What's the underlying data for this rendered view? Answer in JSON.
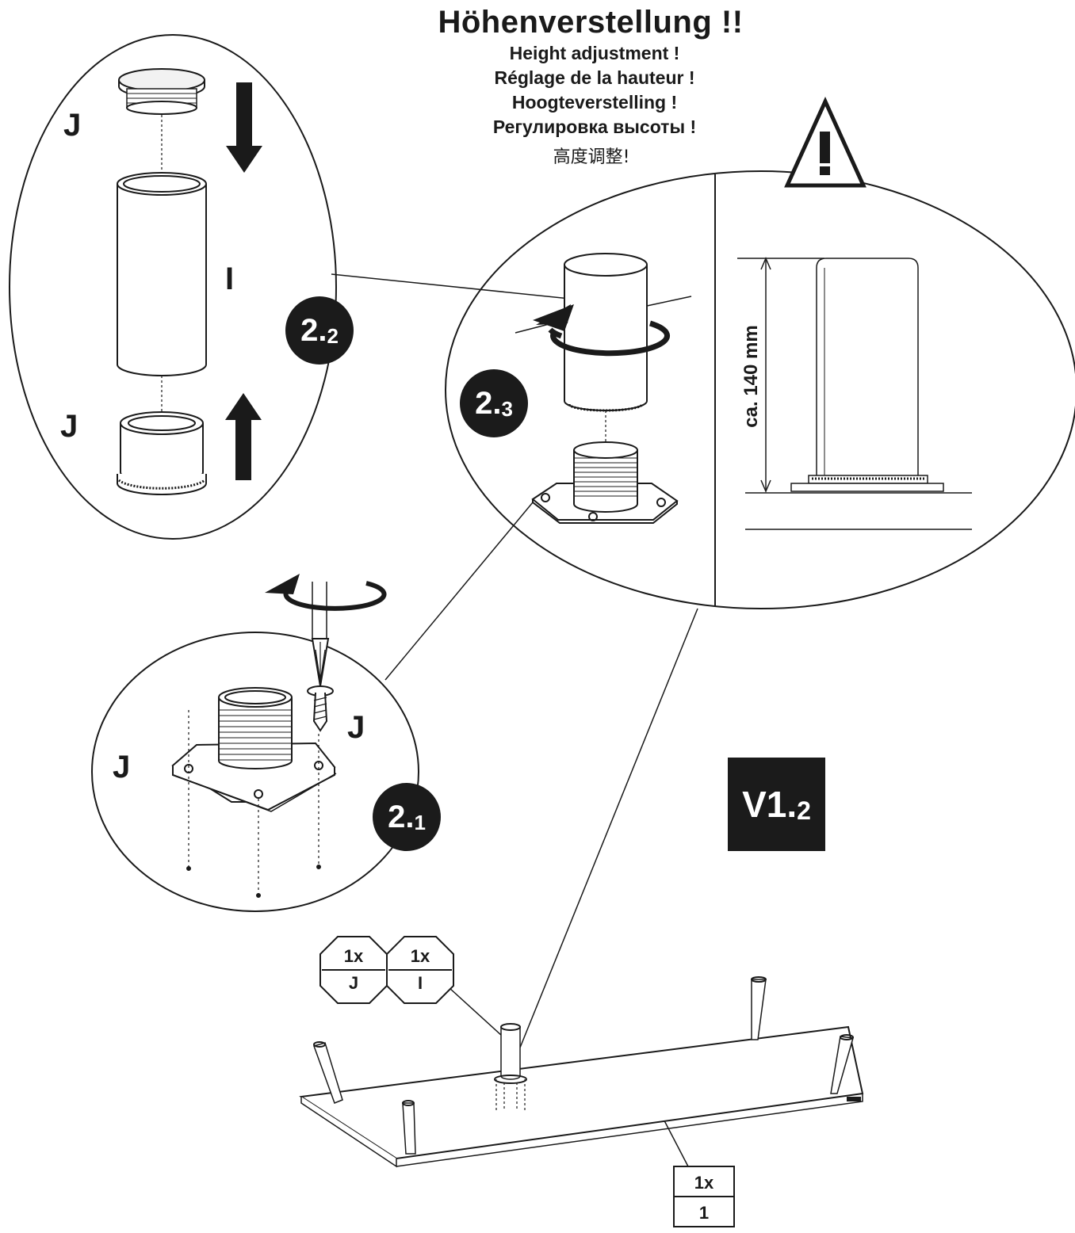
{
  "title": "Höhenverstellung !!",
  "subtitles": [
    "Height adjustment  !",
    "Réglage de la hauteur !",
    "Hoogteverstelling !",
    "Регулировка высоты !"
  ],
  "subtitle_cn": "高度调整!",
  "steps": {
    "s21": {
      "main": "2.",
      "sub": "1"
    },
    "s22": {
      "main": "2.",
      "sub": "2"
    },
    "s23": {
      "main": "2.",
      "sub": "3"
    }
  },
  "part_letters": {
    "j": "J",
    "i": "I"
  },
  "dimension": "ca. 140 mm",
  "version": {
    "main": "V1.",
    "sub": "2"
  },
  "parts_count": {
    "leg_j": {
      "qty": "1x",
      "part": "J"
    },
    "leg_i": {
      "qty": "1x",
      "part": "I"
    },
    "board": {
      "qty": "1x",
      "part": "1"
    }
  },
  "icons": [
    "warning-icon",
    "arrow-down-icon",
    "arrow-up-icon",
    "rotate-icon",
    "screwdriver-icon"
  ]
}
